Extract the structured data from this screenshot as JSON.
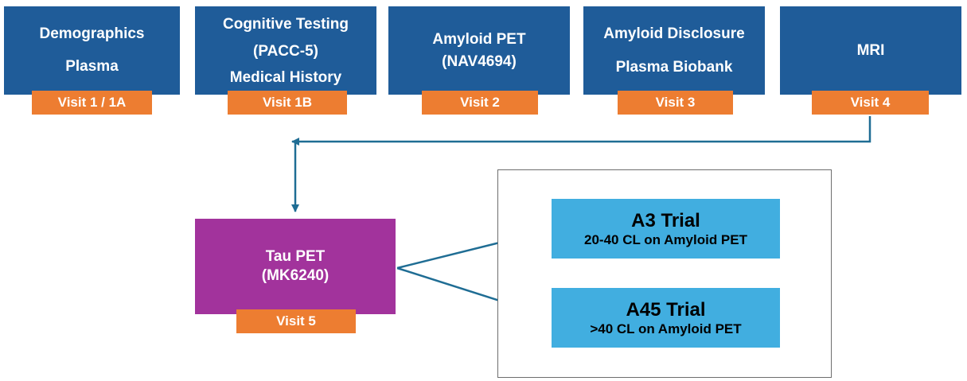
{
  "diagram": {
    "stages": [
      {
        "id": "demographics-plasma",
        "lines": [
          "Demographics",
          "Plasma"
        ],
        "visit": "Visit 1 / 1A"
      },
      {
        "id": "cognitive-testing",
        "lines": [
          "Cognitive Testing",
          "(PACC-5)",
          "Medical History"
        ],
        "visit": "Visit 1B"
      },
      {
        "id": "amyloid-pet",
        "lines": [
          "Amyloid PET",
          "(NAV4694)"
        ],
        "visit": "Visit 2"
      },
      {
        "id": "amyloid-disclosure",
        "lines": [
          "Amyloid Disclosure",
          "Plasma Biobank"
        ],
        "visit": "Visit 3"
      },
      {
        "id": "mri",
        "lines": [
          "MRI"
        ],
        "visit": "Visit 4"
      }
    ],
    "tau_pet": {
      "lines": [
        "Tau PET",
        "(MK6240)"
      ],
      "visit": "Visit 5"
    },
    "trials": [
      {
        "title": "A3 Trial",
        "subtitle": "20-40 CL on Amyloid PET"
      },
      {
        "title": "A45 Trial",
        "subtitle": ">40 CL on Amyloid PET"
      }
    ],
    "colors": {
      "stage_box": "#1F5C99",
      "visit_badge": "#ED7D31",
      "tau_box": "#A2339C",
      "trial_box": "#41AEE0",
      "arrow": "#1F6D94",
      "container_border": "#6E6E6E",
      "stage_text": "#FFFFFF",
      "trial_text": "#000000"
    }
  }
}
